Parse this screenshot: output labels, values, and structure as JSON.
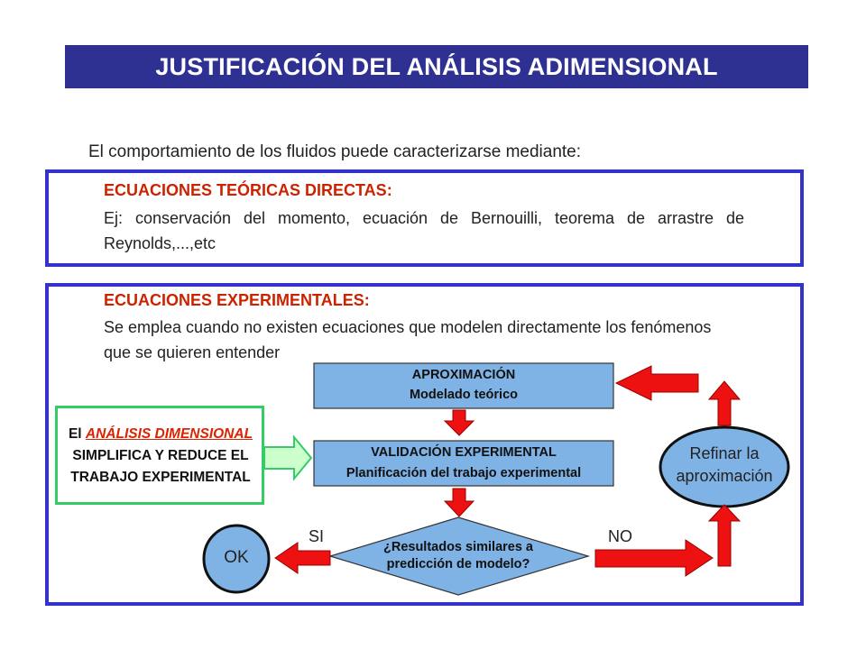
{
  "title": "JUSTIFICACIÓN DEL ANÁLISIS ADIMENSIONAL",
  "intro": "El comportamiento de los fluidos puede caracterizarse mediante:",
  "section1": {
    "heading": "ECUACIONES TEÓRICAS DIRECTAS:",
    "line1": "Ej: conservación del momento, ecuación de Bernouilli, teorema de arrastre de",
    "line2": "Reynolds,...,etc"
  },
  "section2": {
    "heading": "ECUACIONES EXPERIMENTALES:",
    "line1": "Se emplea cuando no existen ecuaciones que modelen directamente los fenómenos",
    "line2": "que se quieren entender"
  },
  "flow": {
    "approx_title": "APROXIMACIÓN",
    "approx_sub": "Modelado teórico",
    "valid_title": "VALIDACIÓN EXPERIMENTAL",
    "valid_sub": "Planificación del trabajo experimental",
    "decision_line1": "¿Resultados similares a",
    "decision_line2": "predicción de modelo?",
    "yes_label": "SI",
    "no_label": "NO",
    "ok_label": "OK",
    "refine_line1": "Refinar la",
    "refine_line2": "aproximación"
  },
  "note": {
    "prefix": "El ",
    "highlight": "ANÁLISIS DIMENSIONAL",
    "line2": "SIMPLIFICA Y REDUCE EL",
    "line3": "TRABAJO EXPERIMENTAL"
  },
  "colors": {
    "title_bg": "#2e3192",
    "frame": "#3333cc",
    "node_fill": "#7fb2e5",
    "arrow": "#ee1111",
    "note_border": "#33cc66"
  }
}
